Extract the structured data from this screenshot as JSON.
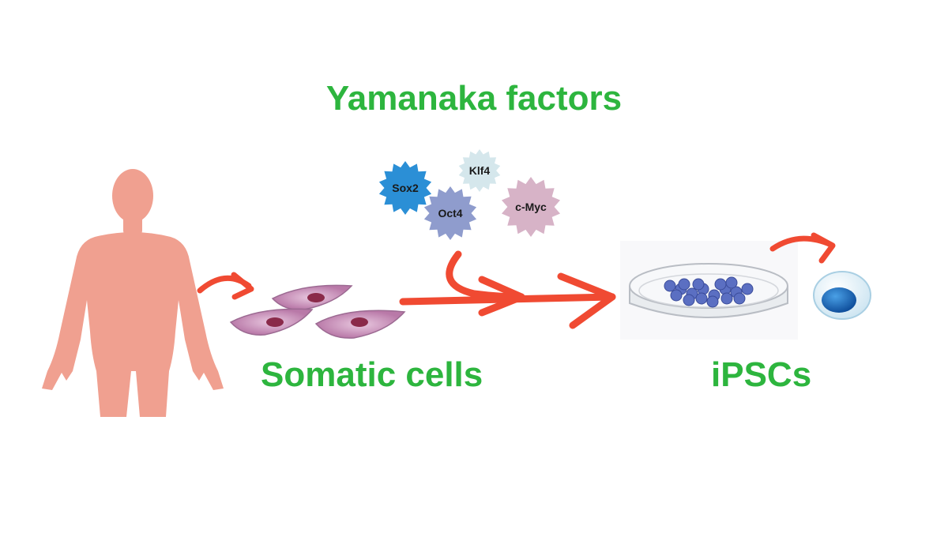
{
  "title": "Yamanaka factors",
  "labels": {
    "somatic": "Somatic cells",
    "ipsc": "iPSCs"
  },
  "factors": [
    {
      "name": "Sox2",
      "color": "#2b8fd6"
    },
    {
      "name": "Klf4",
      "color": "#d5e7ec"
    },
    {
      "name": "Oct4",
      "color": "#8f9ccd"
    },
    {
      "name": "c-Myc",
      "color": "#d7b3c7"
    }
  ],
  "colors": {
    "label_green": "#2db53e",
    "arrow": "#f04a32",
    "human": "#f0a090",
    "somatic_cell": "#c58cba",
    "colony_cell": "#5b6fc2",
    "stem_cell_nucleus": "#1f77c9"
  },
  "icons": {
    "human": "human-silhouette-icon",
    "somatic_cells": "somatic-cell-icon",
    "petri_dish": "petri-dish-icon",
    "stem_cell": "stem-cell-icon"
  }
}
